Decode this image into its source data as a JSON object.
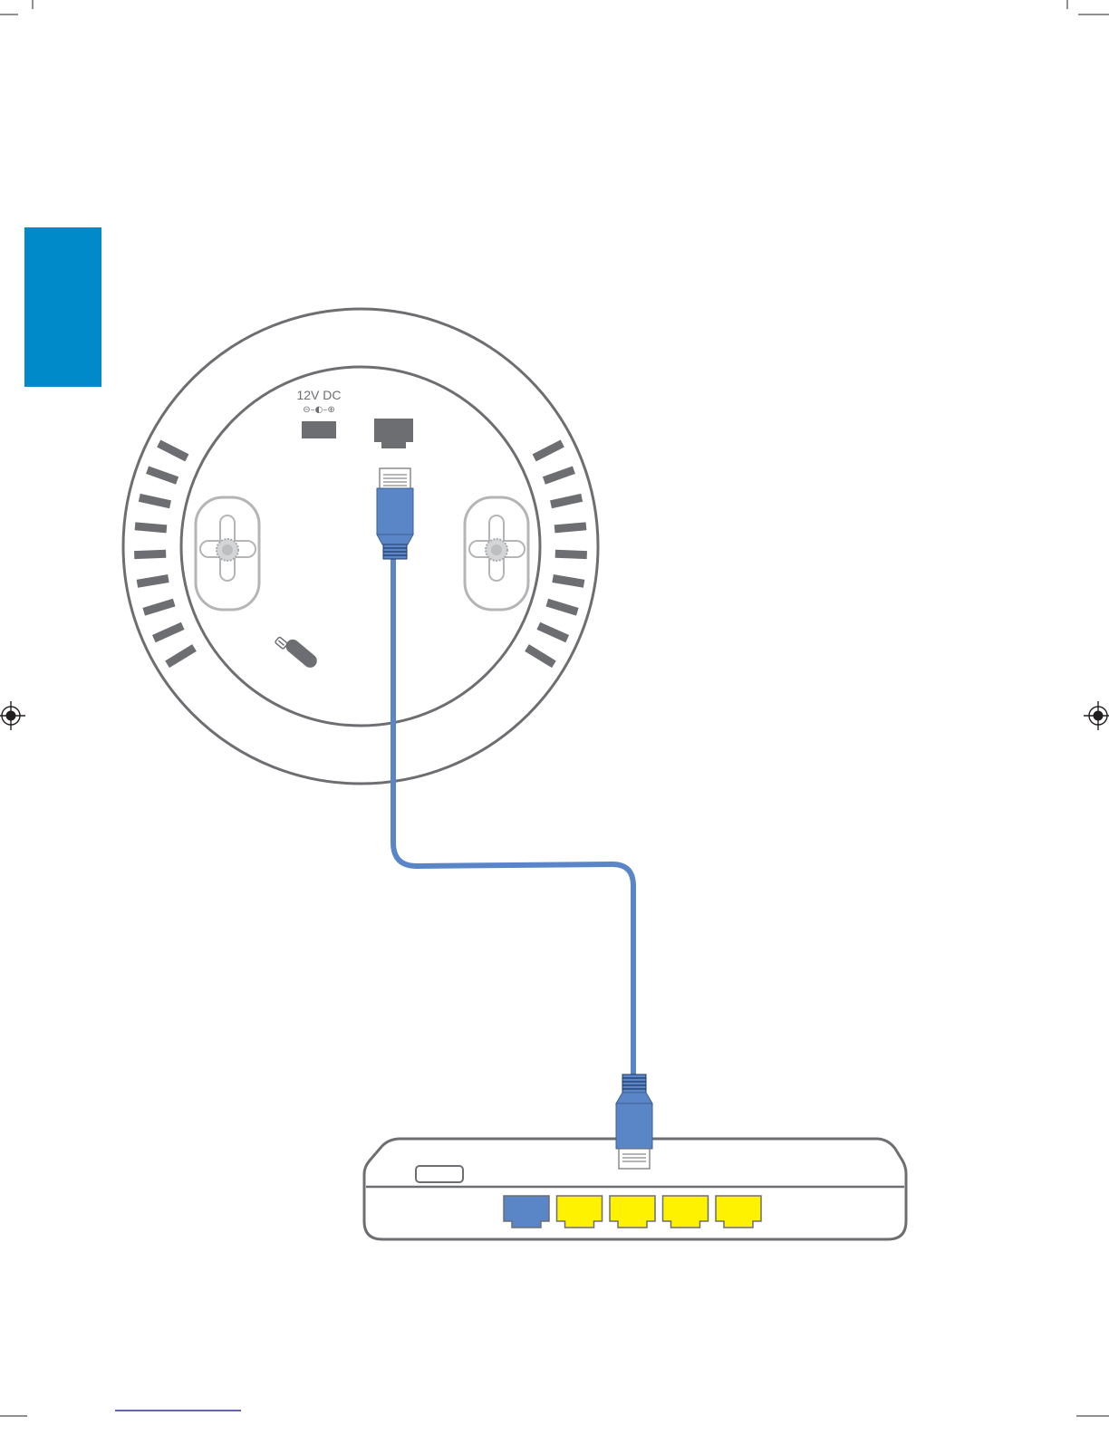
{
  "colors": {
    "side_tab": "#008ac9",
    "device_outline": "#6d6e71",
    "vent": "#6d6e71",
    "mount_outline": "#b4b5b7",
    "cable": "#5a86c8",
    "lan_port": "#5a86c8",
    "yellow_port": "#fff200",
    "port_dark": "#6d6e71",
    "link_underline": "#2e3192"
  },
  "access_point": {
    "power_label": "12V DC",
    "polarity_label": "⊖–◐–⊕",
    "power_port_icon": "dc-power-port-icon",
    "ethernet_port_icon": "ethernet-port-icon",
    "reset_icon": "reset-button-icon",
    "mount_icon": "keyhole-mount-icon"
  },
  "router": {
    "lan_ports": 1,
    "yellow_ports": 4,
    "port_icon": "ethernet-port-icon"
  },
  "cable": {
    "icon": "ethernet-cable-icon"
  }
}
